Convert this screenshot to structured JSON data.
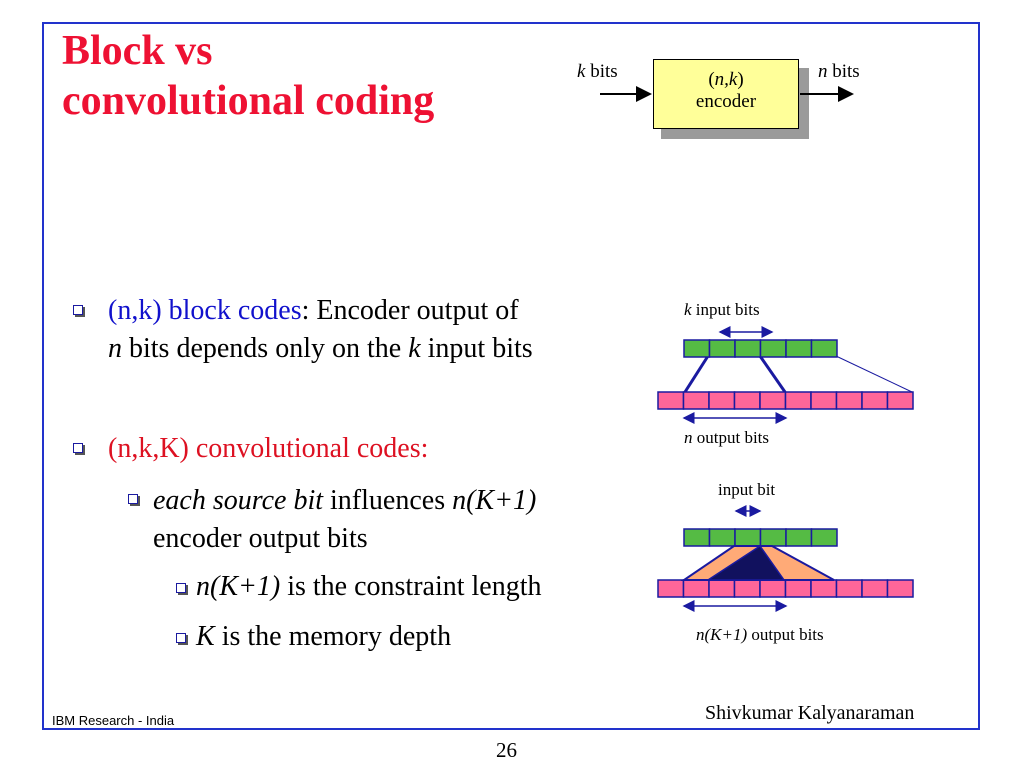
{
  "title": {
    "line1": "Block vs",
    "line2": "convolutional coding"
  },
  "encoder": {
    "in_var": "k",
    "in_text": " bits",
    "box_line1_open": "(",
    "box_line1_var": "n,k",
    "box_line1_close": ")",
    "box_line2": "encoder",
    "out_var": "n",
    "out_text": " bits"
  },
  "bullets": {
    "b1": {
      "highlight": "(n,k) block codes",
      "rest": ": Encoder output of",
      "line2_a": "n",
      "line2_b": " bits depends only on the ",
      "line2_c": "k",
      "line2_d": " input bits"
    },
    "b2": {
      "text": "(n,k,K) convolutional codes:"
    },
    "b3": {
      "ital": "each source bit",
      "mid": " influences ",
      "ital2": "n(K+1)",
      "line2": "encoder output bits"
    },
    "b4": {
      "ital": "n(K+1)",
      "rest": " is the constraint length"
    },
    "b5": {
      "ital": "K",
      "rest": " is the memory depth"
    }
  },
  "block_diagram": {
    "top_var": "k",
    "top_text": " input bits",
    "bottom_var": "n",
    "bottom_text": " output bits"
  },
  "conv_diagram": {
    "top_text": "input bit",
    "bottom_var": "n(K+1)",
    "bottom_text": " output bits"
  },
  "colors": {
    "title": "#ee1133",
    "frame": "#2233cc",
    "green": "#55bb44",
    "pink": "#ff6699",
    "cell_border": "#1a1aa0",
    "encoder_fill": "#ffff99",
    "orange": "#ffaa77",
    "navy": "#11115e"
  },
  "footer": {
    "left": "IBM Research - India",
    "right": "Shivkumar Kalyanaraman",
    "page": "26"
  }
}
